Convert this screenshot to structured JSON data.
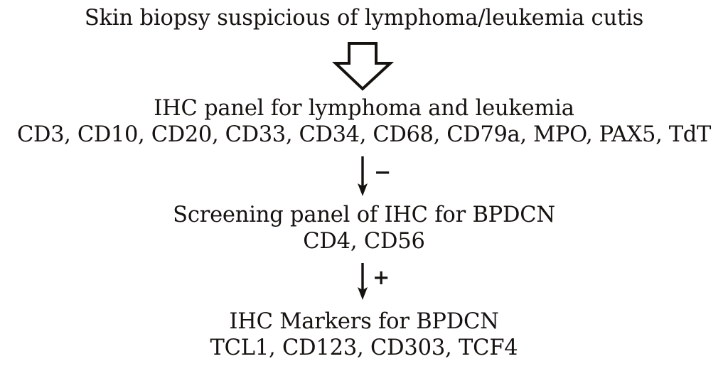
{
  "diagram": {
    "title": "Skin biopsy suspicious of lymphoma/leukemia cutis",
    "background_color": "#ffffff",
    "text_color": "#15120f",
    "steps": {
      "biopsy": {
        "text": "Skin biopsy suspicious of lymphoma/leukemia cutis"
      },
      "ihc_panel": {
        "heading": "IHC panel for lymphoma and leukemia",
        "markers": "CD3, CD10, CD20, CD33, CD34, CD68, CD79a, MPO, PAX5, TdT"
      },
      "screening_panel": {
        "heading": "Screening panel of IHC for BPDCN",
        "markers": "CD4, CD56"
      },
      "bpdcn_markers": {
        "heading": "IHC Markers for BPDCN",
        "markers": "TCL1, CD123, CD303, TCF4"
      }
    },
    "connectors": {
      "block_arrow": {
        "icon": "hollow-down-block-arrow",
        "label": ""
      },
      "negative_arrow": {
        "icon": "down-arrow-icon",
        "label": "−"
      },
      "positive_arrow": {
        "icon": "down-arrow-icon",
        "label": "+"
      }
    }
  }
}
